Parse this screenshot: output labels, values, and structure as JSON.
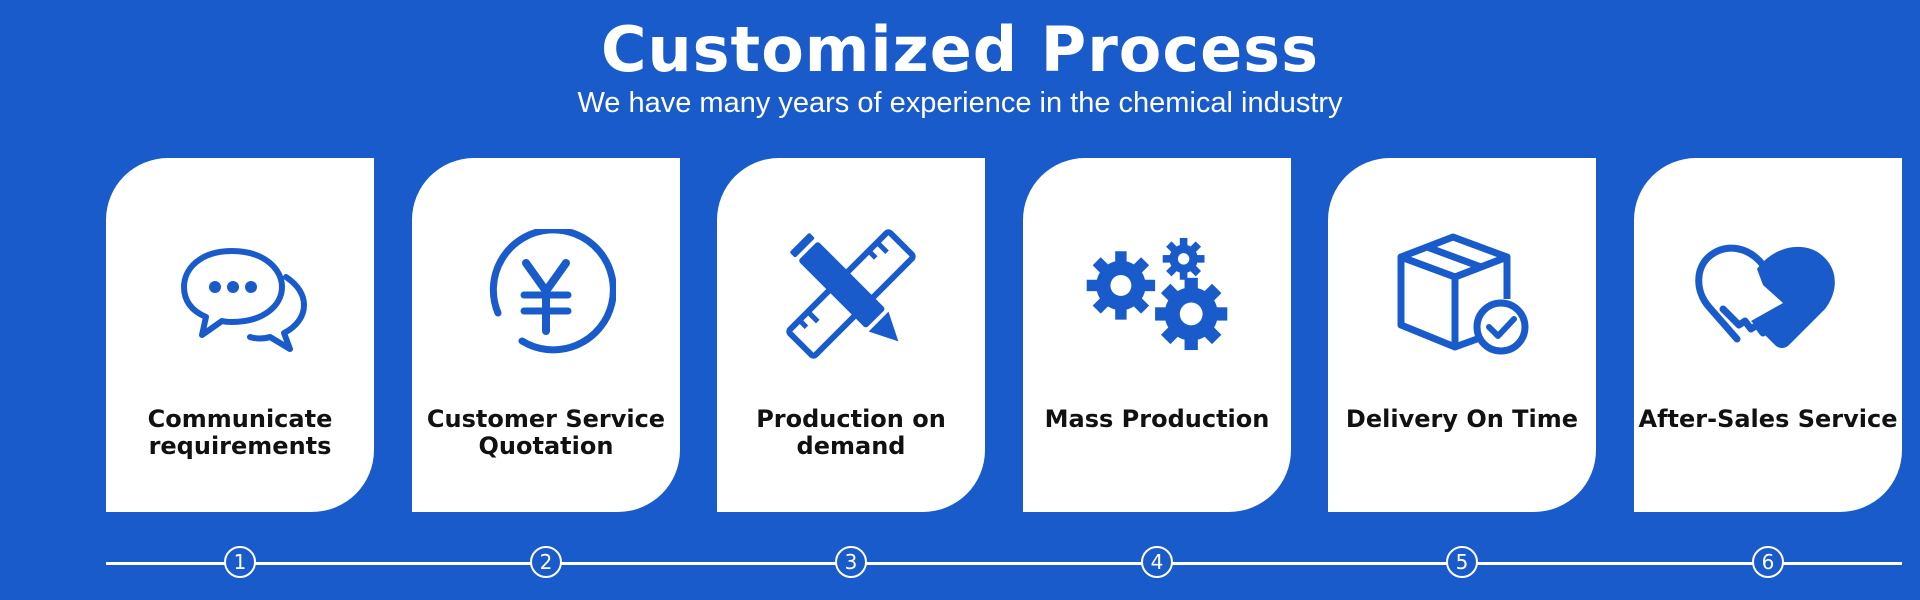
{
  "header": {
    "title": "Customized Process",
    "subtitle": "We have many years of experience in the chemical industry"
  },
  "colors": {
    "background": "#1a5bcc",
    "card": "#ffffff",
    "icon": "#1a5bcc",
    "label": "#111111"
  },
  "steps": [
    {
      "number": "1",
      "label": "Communicate requirements",
      "icon": "chat-bubbles-icon"
    },
    {
      "number": "2",
      "label": "Customer Service Quotation",
      "icon": "yen-coin-icon"
    },
    {
      "number": "3",
      "label": "Production on demand",
      "icon": "pencil-ruler-icon"
    },
    {
      "number": "4",
      "label": "Mass Production",
      "icon": "gears-icon"
    },
    {
      "number": "5",
      "label": "Delivery On Time",
      "icon": "package-check-icon"
    },
    {
      "number": "6",
      "label": "After-Sales Service",
      "icon": "handshake-heart-icon"
    }
  ]
}
